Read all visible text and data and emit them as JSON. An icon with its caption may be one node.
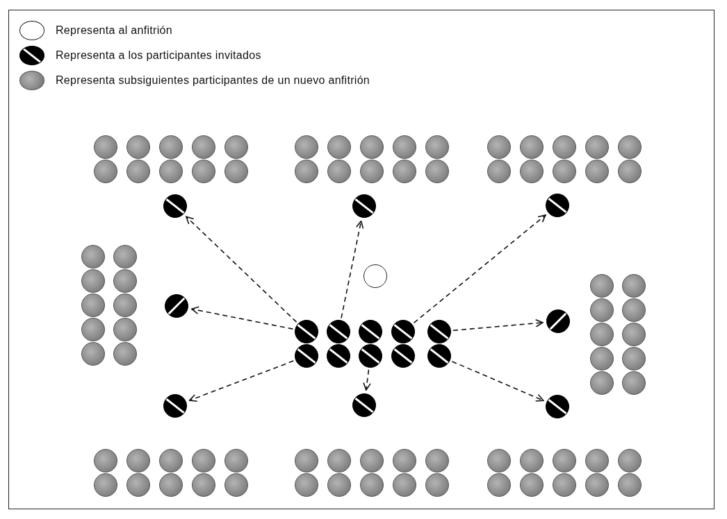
{
  "diagram": {
    "nodes": [
      {
        "text": [],
        "shape": "circle"
      },
      {
        "text": [],
        "shape": "circle"
      },
      {
        "text": [],
        "shape": "circle"
      },
      {
        "text": [],
        "shape": "circle"
      },
      {
        "text": [],
        "shape": "circle"
      },
      {
        "text": [],
        "shape": "circle"
      },
      {
        "text": [],
        "shape": "circle"
      },
      {
        "text": [],
        "shape": "circle"
      },
      {
        "text": [],
        "shape": "circle"
      },
      {
        "text": [],
        "shape": "circle"
      },
      {
        "text": [],
        "shape": "circle"
      },
      {
        "text": [],
        "shape": "circle"
      },
      {
        "text": [],
        "shape": "circle"
      },
      {
        "text": [],
        "shape": "circle"
      },
      {
        "text": [],
        "shape": "circle"
      },
      {
        "text": [],
        "shape": "circle"
      },
      {
        "text": [],
        "shape": "circle"
      },
      {
        "text": [],
        "shape": "circle"
      },
      {
        "text": [],
        "shape": "circle"
      },
      {
        "text": [],
        "shape": "circle"
      },
      {
        "text": [],
        "shape": "circle"
      },
      {
        "text": [],
        "shape": "circle"
      },
      {
        "text": [],
        "shape": "circle"
      },
      {
        "text": [],
        "shape": "circle"
      },
      {
        "text": [],
        "shape": "circle"
      },
      {
        "text": [],
        "shape": "circle"
      },
      {
        "text": [],
        "shape": "circle"
      },
      {
        "text": [],
        "shape": "circle"
      },
      {
        "text": [],
        "shape": "circle"
      },
      {
        "text": [],
        "shape": "circle"
      },
      {
        "text": [],
        "shape": "circle"
      },
      {
        "text": [],
        "shape": "circle"
      },
      {
        "text": [],
        "shape": "circle"
      },
      {
        "text": [],
        "shape": "circle"
      },
      {
        "text": [],
        "shape": "circle"
      },
      {
        "text": [],
        "shape": "circle"
      },
      {
        "text": [],
        "shape": "circle"
      },
      {
        "text": [],
        "shape": "circle"
      },
      {
        "text": [],
        "shape": "circle"
      },
      {
        "text": [],
        "shape": "circle"
      },
      {
        "text": [],
        "shape": "circle"
      },
      {
        "text": [],
        "shape": "circle"
      },
      {
        "text": [],
        "shape": "circle"
      },
      {
        "text": [],
        "shape": "circle"
      },
      {
        "text": [],
        "shape": "circle"
      },
      {
        "text": [],
        "shape": "circle"
      },
      {
        "text": [],
        "shape": "circle"
      },
      {
        "text": [],
        "shape": "circle"
      },
      {
        "text": [],
        "shape": "circle"
      },
      {
        "text": [],
        "shape": "circle"
      },
      {
        "text": [],
        "shape": "circle"
      },
      {
        "text": [],
        "shape": "circle"
      },
      {
        "text": [],
        "shape": "circle"
      },
      {
        "text": [],
        "shape": "circle"
      },
      {
        "text": [],
        "shape": "circle"
      },
      {
        "text": [],
        "shape": "circle"
      },
      {
        "text": [],
        "shape": "circle"
      },
      {
        "text": [],
        "shape": "circle"
      },
      {
        "text": [],
        "shape": "circle"
      },
      {
        "text": [],
        "shape": "circle"
      },
      {
        "text": [],
        "shape": "circle"
      },
      {
        "text": [],
        "shape": "circle"
      },
      {
        "text": [],
        "shape": "circle"
      },
      {
        "text": [],
        "shape": "circle"
      },
      {
        "text": [],
        "shape": "circle"
      },
      {
        "text": [],
        "shape": "circle"
      },
      {
        "text": [],
        "shape": "circle"
      },
      {
        "text": [],
        "shape": "circle"
      },
      {
        "text": [],
        "shape": "circle"
      },
      {
        "text": [],
        "shape": "circle"
      },
      {
        "text": [],
        "shape": "circle"
      },
      {
        "text": [],
        "shape": "circle"
      },
      {
        "text": [],
        "shape": "circle"
      },
      {
        "text": [],
        "shape": "circle"
      },
      {
        "text": [],
        "shape": "circle"
      },
      {
        "text": [],
        "shape": "circle"
      },
      {
        "text": [],
        "shape": "circle"
      },
      {
        "text": [],
        "shape": "circle"
      },
      {
        "text": [],
        "shape": "circle"
      },
      {
        "text": [],
        "shape": "circle"
      },
      {
        "text": [],
        "shape": "circle"
      },
      {
        "text": [],
        "shape": "circle"
      },
      {
        "text": [],
        "shape": "circle"
      },
      {
        "text": [],
        "shape": "circle"
      },
      {
        "text": [],
        "shape": "circle"
      },
      {
        "text": [],
        "shape": "circle"
      },
      {
        "text": [],
        "shape": "circle"
      },
      {
        "text": [],
        "shape": "circle"
      },
      {
        "text": [],
        "shape": "circle"
      },
      {
        "text": [],
        "shape": "circle"
      },
      {
        "text": [],
        "shape": "circle"
      },
      {
        "text": [],
        "shape": "circle"
      },
      {
        "text": [],
        "shape": "circle"
      },
      {
        "text": [],
        "shape": "circle"
      },
      {
        "text": [],
        "shape": "circle"
      },
      {
        "text": [],
        "shape": "circle"
      },
      {
        "text": [],
        "shape": "circle"
      },
      {
        "text": [],
        "shape": "circle"
      },
      {
        "text": [],
        "shape": "circle"
      }
    ],
    "edges": [
      {
        "from": 1,
        "to": 11,
        "arrow": "to",
        "style": "dashed"
      },
      {
        "from": 2,
        "to": 12,
        "arrow": "to",
        "style": "dashed"
      },
      {
        "from": 4,
        "to": 13,
        "arrow": "to",
        "style": "dashed"
      },
      {
        "from": 1,
        "to": 14,
        "arrow": "to",
        "style": "dashed"
      },
      {
        "from": 5,
        "to": 15,
        "arrow": "to",
        "style": "dashed"
      },
      {
        "from": 6,
        "to": 16,
        "arrow": "to",
        "style": "dashed"
      },
      {
        "from": 8,
        "to": 17,
        "arrow": "to",
        "style": "dashed"
      },
      {
        "from": 10,
        "to": 18,
        "arrow": "to",
        "style": "dashed"
      }
    ],
    "legend": [
      {
        "text": "Representa al anfitrión"
      },
      {
        "text": "Representa a los participantes invitados"
      },
      {
        "text": "Representa subsiguientes participantes de un nuevo anfitrión"
      }
    ]
  }
}
